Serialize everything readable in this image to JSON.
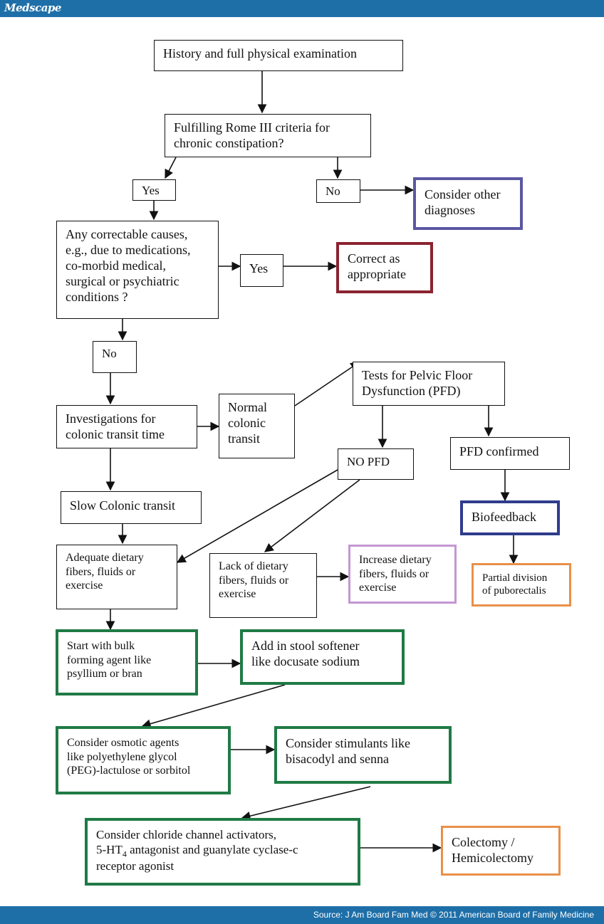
{
  "header": {
    "brand": "Medscape"
  },
  "footer": {
    "source": "Source: J Am Board Fam Med © 2011 American Board of Family Medicine"
  },
  "nodes": {
    "history": "History and full physical examination",
    "rome": "Fulfilling Rome III criteria for\nchronic constipation?",
    "yes1": "Yes",
    "no1": "No",
    "other_dx": "Consider other\ndiagnoses",
    "correctable": "Any correctable causes,\ne.g., due to medications,\nco-morbid medical,\nsurgical or psychiatric\nconditions ?",
    "yes2": "Yes",
    "correct": "Correct as\nappropriate",
    "no2": "No",
    "investigations": "Investigations for\ncolonic transit time",
    "normal_transit": "Normal\ncolonic\ntransit",
    "pfd_tests": "Tests for Pelvic Floor\nDysfunction (PFD)",
    "no_pfd": "NO PFD",
    "pfd_confirmed": "PFD confirmed",
    "slow_transit": "Slow Colonic transit",
    "biofeedback": "Biofeedback",
    "adequate": "Adequate dietary\nfibers, fluids or\nexercise",
    "lack": "Lack of dietary\nfibers, fluids or\nexercise",
    "increase": "Increase dietary\nfibers, fluids or\nexercise",
    "partial": "Partial division\nof puborectalis",
    "bulk": "Start with bulk\nforming agent like\npsyllium or bran",
    "softener": "Add in stool softener\nlike docusate sodium",
    "osmotic": "Consider osmotic agents\nlike polyethylene glycol\n(PEG)-lactulose or sorbitol",
    "stimulants": "Consider stimulants like\nbisacodyl and senna",
    "chloride_line1": "Consider chloride channel activators,",
    "chloride_line2_pre": "5-HT",
    "chloride_line2_sub": "4",
    "chloride_line2_post": " antagonist and guanylate cyclase-c",
    "chloride_line3": "receptor agonist",
    "colectomy": "Colectomy /\nHemicolectomy"
  },
  "colors": {
    "banner": "#1e6fa8",
    "green": "#1f7a45",
    "purple": "#5b57a2",
    "maroon": "#8b2330",
    "blue": "#2f3c8c",
    "orange": "#e8904a",
    "lilac": "#c496d2"
  }
}
